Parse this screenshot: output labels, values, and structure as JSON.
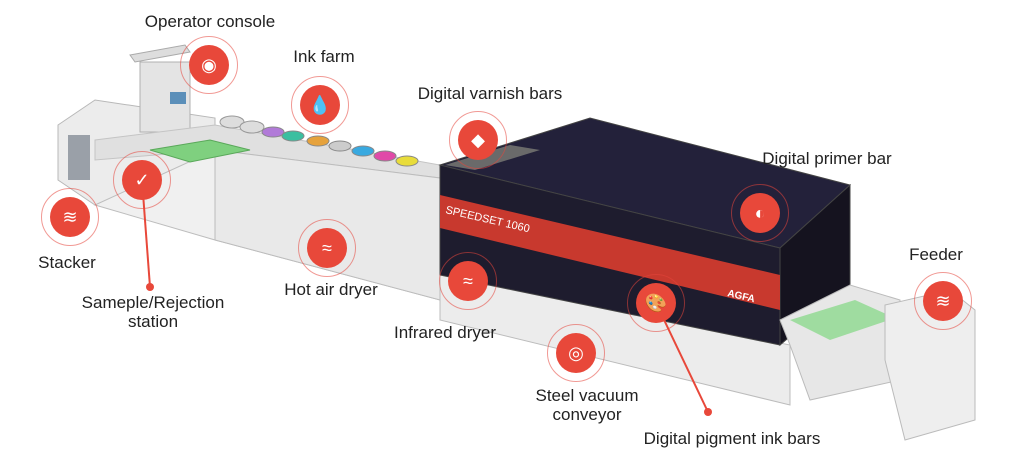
{
  "machine": {
    "brand_text": "SPEEDSET 1060",
    "logo_text": "AGFA"
  },
  "colors": {
    "accent": "#e8483a",
    "dark_module": "#1e1c2e",
    "band": "#c8392e",
    "body": "#e6e6e6"
  },
  "callouts": [
    {
      "id": "operator-console",
      "label": "Operator console",
      "icon": "eye-icon",
      "glyph": "◉"
    },
    {
      "id": "ink-farm",
      "label": "Ink farm",
      "icon": "drop-icon",
      "glyph": "💧"
    },
    {
      "id": "digital-varnish-bars",
      "label": "Digital varnish bars",
      "icon": "diamond-icon",
      "glyph": "◆"
    },
    {
      "id": "digital-primer-bar",
      "label": "Digital primer bar",
      "icon": "half-circle-icon",
      "glyph": "◐"
    },
    {
      "id": "stacker",
      "label": "Stacker",
      "icon": "layers-icon",
      "glyph": "≋"
    },
    {
      "id": "sample-rejection-station",
      "label": "Sameple/Rejection",
      "label2": "station",
      "icon": "clipboard-check-icon",
      "glyph": "✓"
    },
    {
      "id": "hot-air-dryer",
      "label": "Hot air dryer",
      "icon": "wind-icon",
      "glyph": "≈"
    },
    {
      "id": "infrared-dryer",
      "label": "Infrared dryer",
      "icon": "wind-icon",
      "glyph": "≈"
    },
    {
      "id": "steel-vacuum-conveyor",
      "label": "Steel vacuum",
      "label2": "conveyor",
      "icon": "tape-icon",
      "glyph": "◎"
    },
    {
      "id": "digital-pigment-ink-bars",
      "label": "Digital pigment ink bars",
      "icon": "palette-icon",
      "glyph": "🎨"
    },
    {
      "id": "feeder",
      "label": "Feeder",
      "icon": "layers-icon",
      "glyph": "≋"
    }
  ]
}
